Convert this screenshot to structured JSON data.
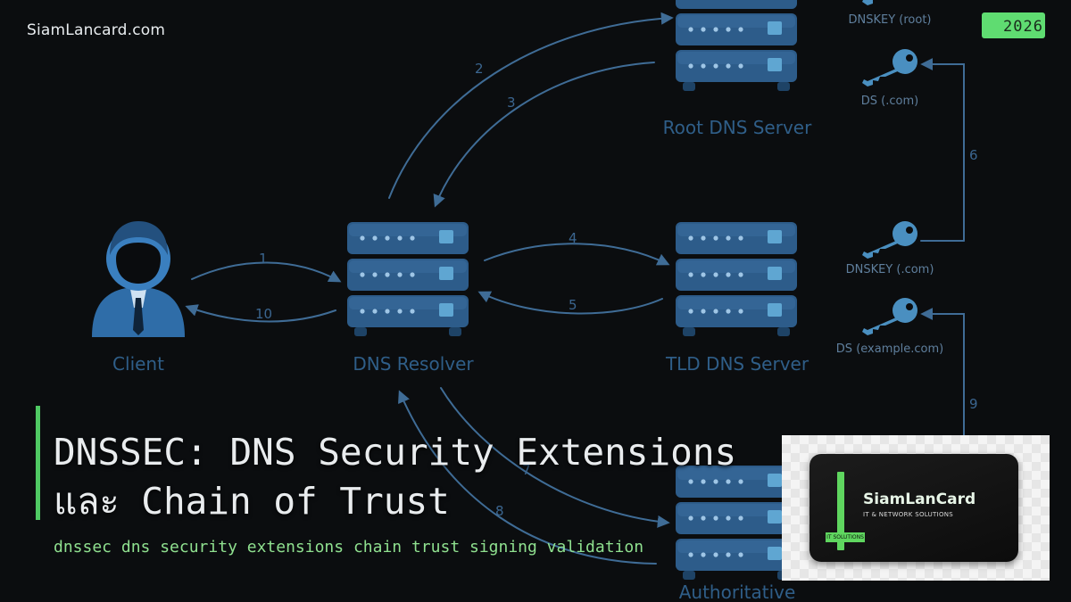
{
  "header": {
    "site_name": "SiamLancard.com",
    "year": "2026"
  },
  "article": {
    "title_line1": "DNSSEC: DNS Security Extensions",
    "title_line2": "และ Chain of Trust",
    "tags": "dnssec dns security extensions chain trust signing validation"
  },
  "diagram": {
    "nodes": {
      "client": "Client",
      "resolver": "DNS Resolver",
      "root": "Root DNS Server",
      "tld": "TLD DNS Server",
      "authoritative": "Authoritative"
    },
    "keys": {
      "dnskey_root": "DNSKEY (root)",
      "ds_com": "DS (.com)",
      "dnskey_com": "DNSKEY (.com)",
      "ds_example": "DS (example.com)"
    },
    "steps": {
      "s1": "1",
      "s2": "2",
      "s3": "3",
      "s4": "4",
      "s5": "5",
      "s6": "6",
      "s7": "7",
      "s8": "8",
      "s9": "9",
      "s10": "10"
    }
  },
  "logo": {
    "name": "SiamLanCard",
    "subtitle": "IT & NETWORK SOLUTIONS",
    "tag": "IT SOLUTIONS"
  },
  "colors": {
    "background": "#0b0d0f",
    "diagram_blue": "#2f5e88",
    "accent_green": "#4fc963",
    "subtitle_green": "#8fe08f"
  }
}
